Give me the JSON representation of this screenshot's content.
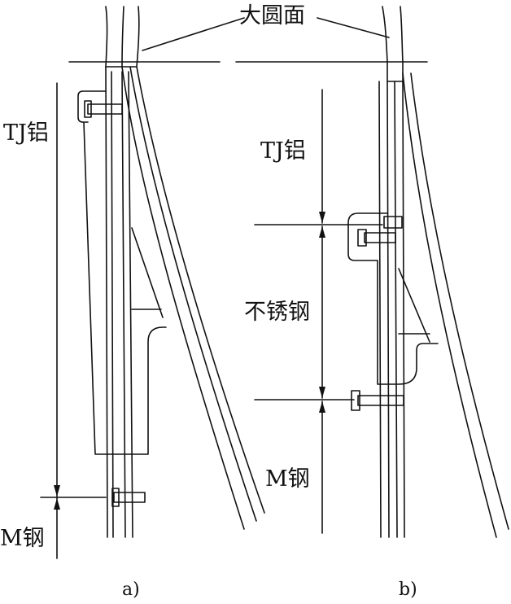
{
  "labels": {
    "big_round_surface": "大圆面",
    "a_tj_aluminum": "TJ铝",
    "a_m_steel": "M钢",
    "b_tj_aluminum": "TJ铝",
    "b_stainless_steel": "不锈钢",
    "b_m_steel": "M钢"
  },
  "captions": {
    "a": "a)",
    "b": "b)"
  },
  "colors": {
    "ink": "#111111",
    "background": "#ffffff"
  }
}
